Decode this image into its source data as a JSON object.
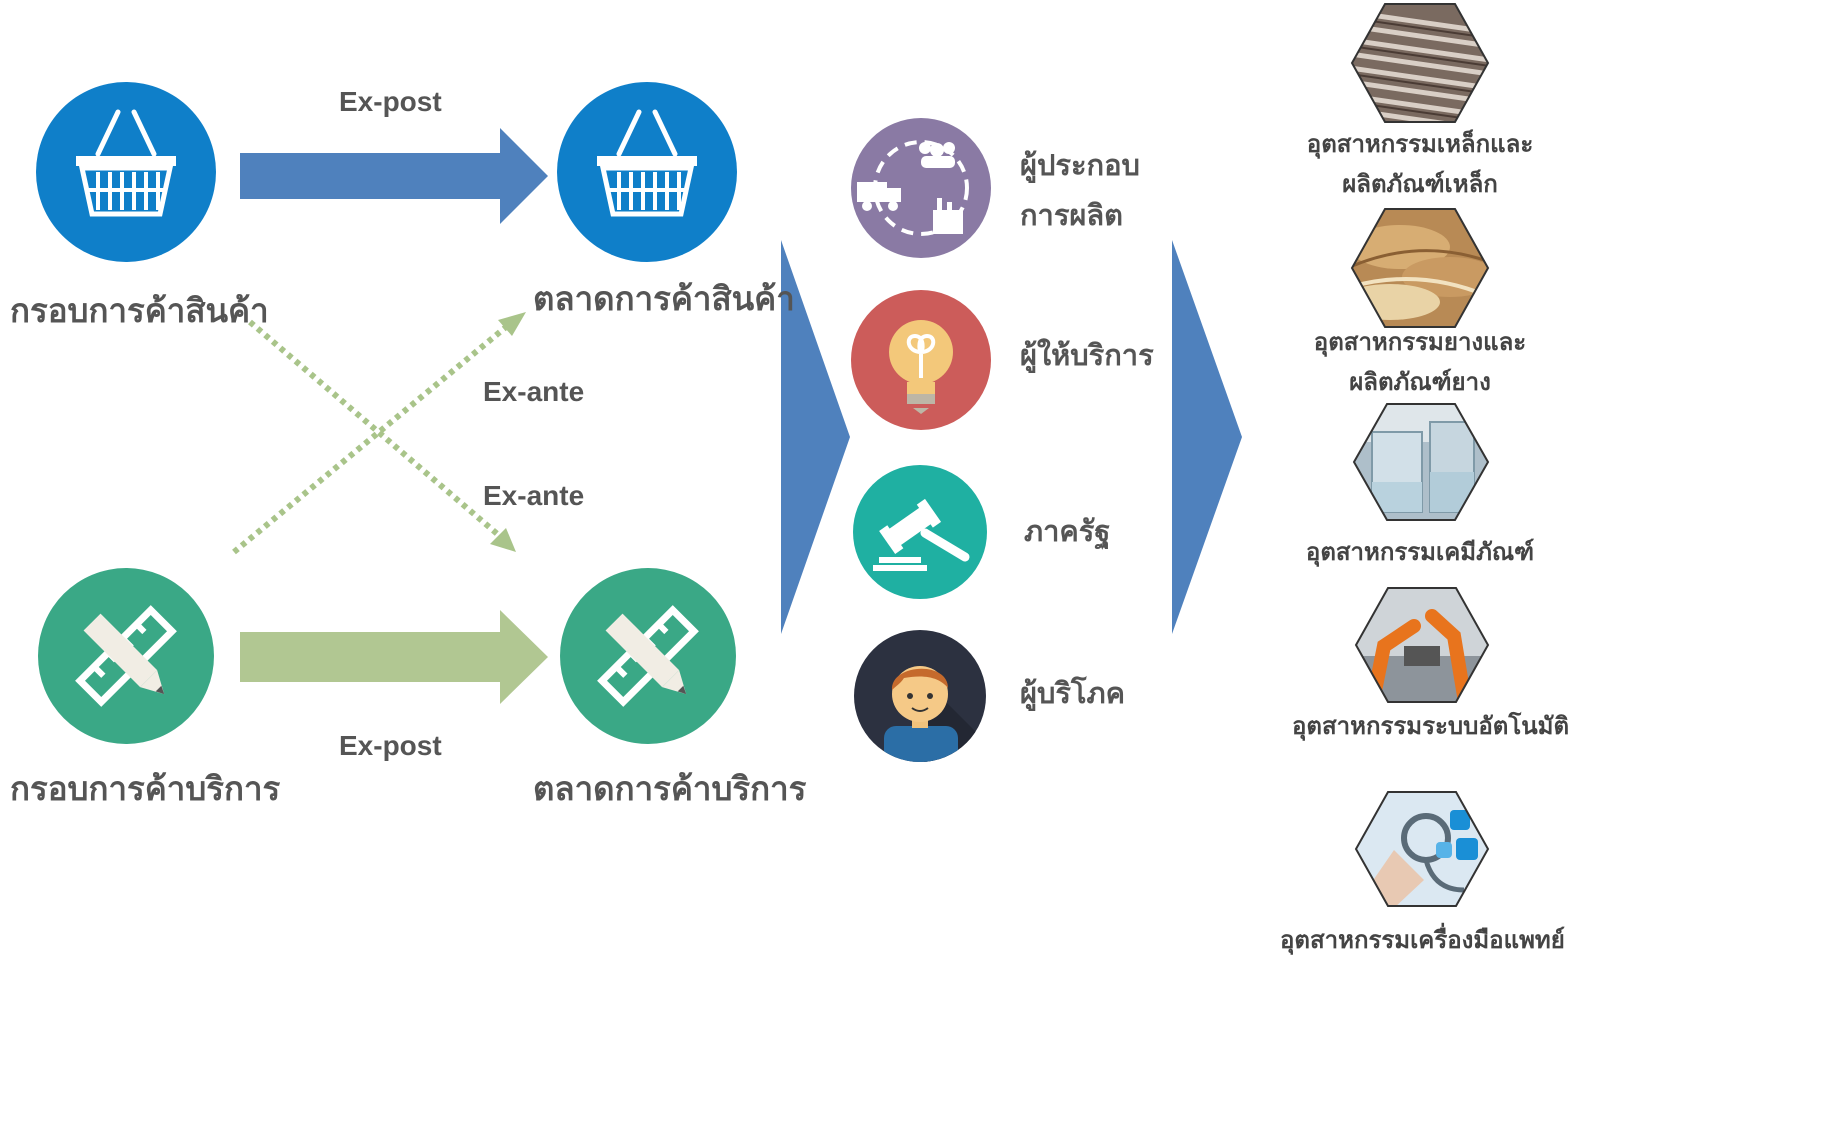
{
  "left": {
    "goods_framework": "กรอบการค้าสินค้า",
    "goods_market": "ตลาดการค้าสินค้า",
    "services_framework": "กรอบการค้าบริการ",
    "services_market": "ตลาดการค้าบริการ",
    "ex_post_top": "Ex-post",
    "ex_post_bottom": "Ex-post",
    "ex_ante_1": "Ex-ante",
    "ex_ante_2": "Ex-ante"
  },
  "roles": [
    {
      "line1": "ผู้ประกอบ",
      "line2": "การผลิต",
      "icon": "production-cycle-icon"
    },
    {
      "line1": "ผู้ให้บริการ",
      "icon": "lightbulb-icon"
    },
    {
      "line1": "ภาครัฐ",
      "icon": "gavel-icon"
    },
    {
      "line1": "ผู้บริโภค",
      "icon": "person-icon"
    }
  ],
  "industries": [
    {
      "line1": "อุตสาหกรรมเหล็กและ",
      "line2": "ผลิตภัณฑ์เหล็ก",
      "image": "steel-image"
    },
    {
      "line1": "อุตสาหกรรมยางและ",
      "line2": "ผลิตภัณฑ์ยาง",
      "image": "rubber-image"
    },
    {
      "line1": "อุตสาหกรรมเคมีภัณฑ์",
      "image": "chemical-image"
    },
    {
      "line1": "อุตสาหกรรมระบบอัตโนมัติ",
      "image": "robotics-image"
    },
    {
      "line1": "อุตสาหกรรมเครื่องมือแพทย์",
      "image": "medical-image"
    }
  ],
  "colors": {
    "blue_circle": "#0f7fc9",
    "green_circle": "#3aa886",
    "blue_arrow": "#4f81bd",
    "green_arrow": "#b1c792",
    "dotted": "#a9c48a"
  }
}
